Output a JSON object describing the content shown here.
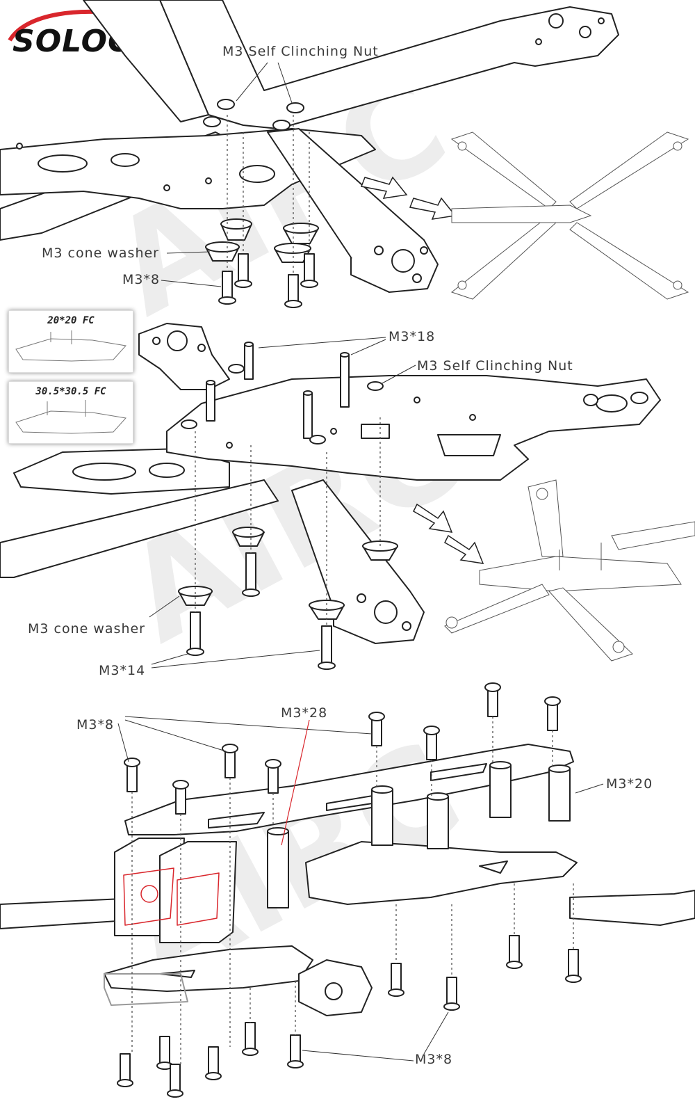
{
  "brand": {
    "logo_text": "SOLOGOOD",
    "swoosh_color": "#d9262c"
  },
  "watermark": {
    "text": "AIRC"
  },
  "section1": {
    "nut_label": "M3 Self Clinching Nut",
    "washer_label": "M3 cone washer",
    "screw_label": "M3*8"
  },
  "section2": {
    "fc_options": [
      "20*20 FC",
      "30.5*30.5 FC"
    ],
    "standoff_label": "M3*18",
    "nut_label": "M3 Self Clinching Nut",
    "washer_label": "M3 cone washer",
    "screw_label": "M3*14"
  },
  "section3": {
    "top_screw_label": "M3*8",
    "long_standoff_label": "M3*28",
    "standoff_label": "M3*20",
    "bottom_screw_label": "M3*8"
  },
  "colors": {
    "line": "#222222",
    "label": "#3a3a3a",
    "accent": "#d9262c",
    "watermark": "#ededed"
  }
}
